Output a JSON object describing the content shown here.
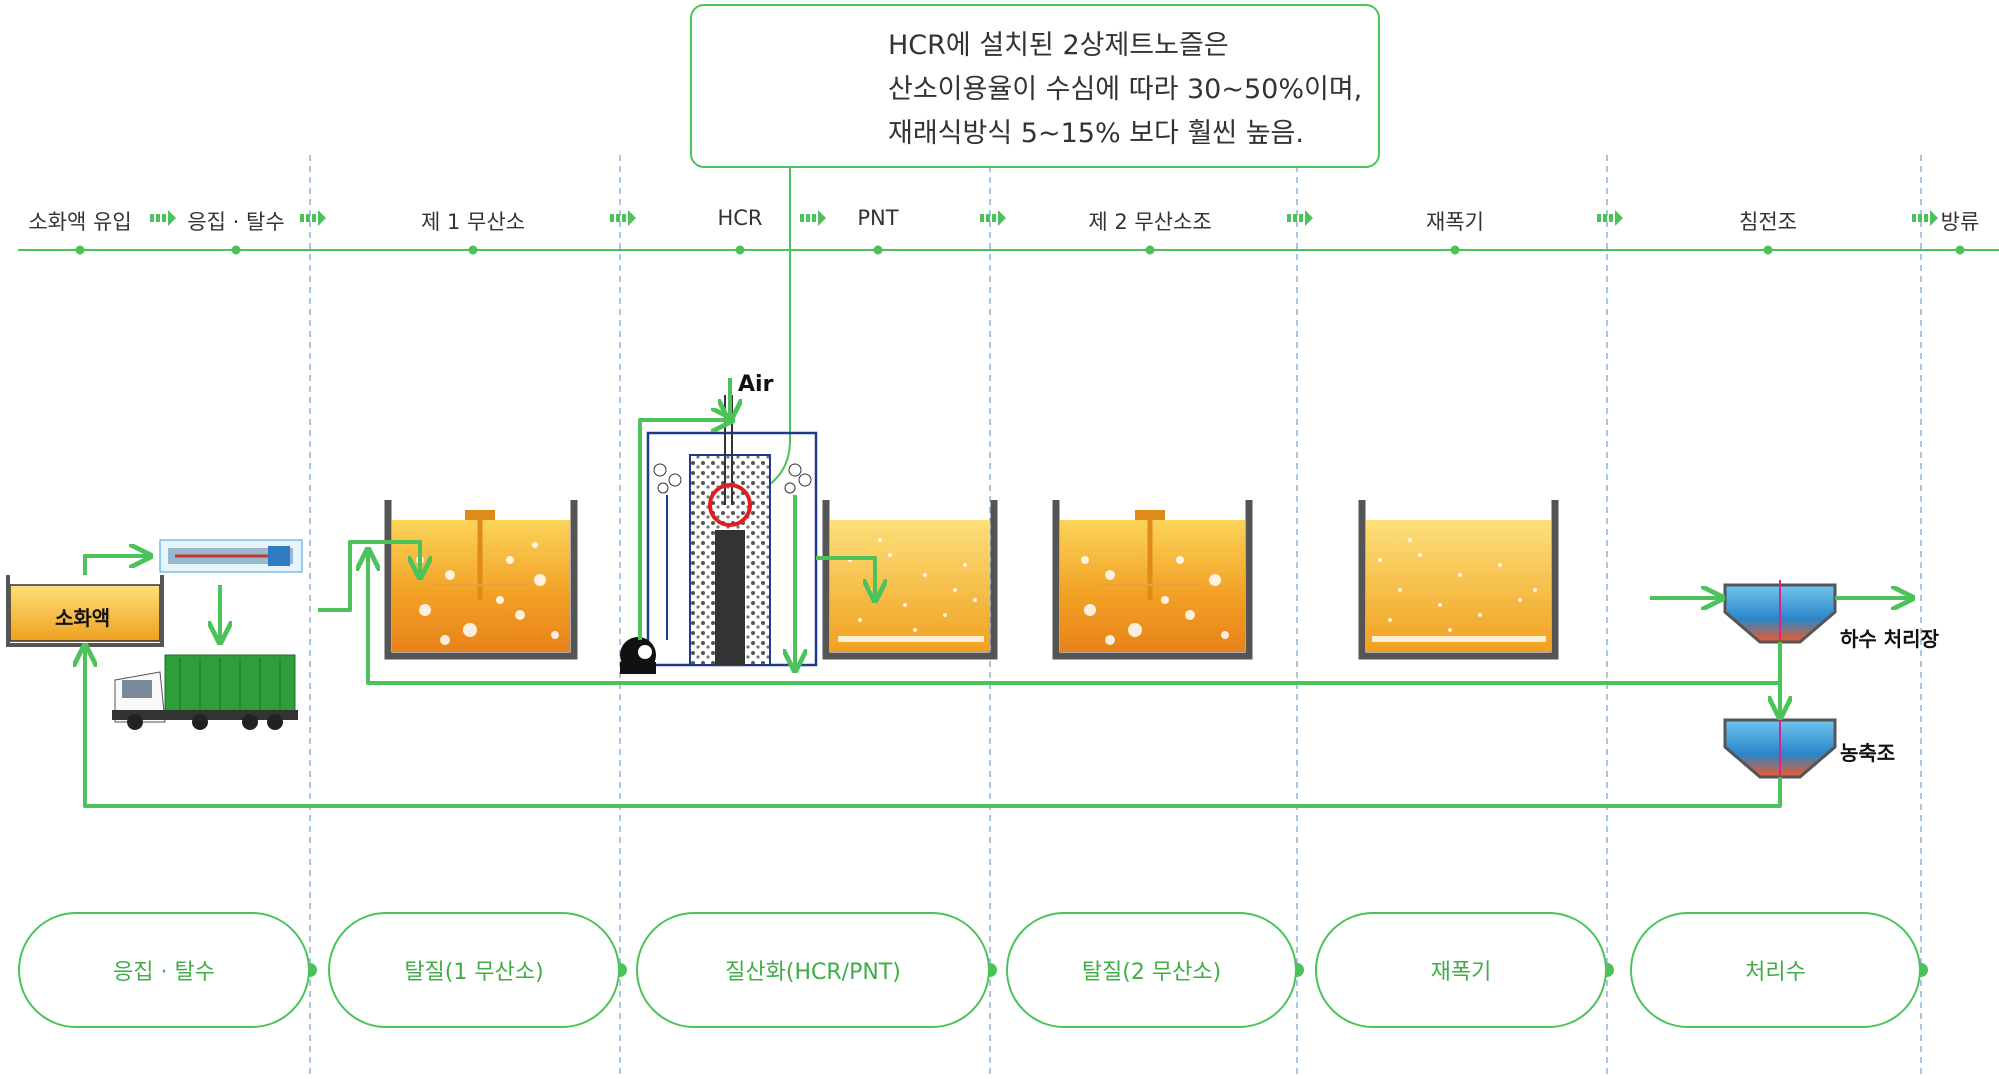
{
  "stages": [
    {
      "label": "소화액 유입"
    },
    {
      "label": "응집 · 탈수"
    },
    {
      "label": "제 1 무산소"
    },
    {
      "label": "HCR"
    },
    {
      "label": "PNT"
    },
    {
      "label": "제 2 무산소조"
    },
    {
      "label": "재폭기"
    },
    {
      "label": "침전조"
    },
    {
      "label": "방류"
    }
  ],
  "callout": {
    "line1": "HCR에 설치된 2상제트노즐은",
    "line2": "산소이용율이 수심에 따라 30~50%이며,",
    "line3": "재래식방식 5~15% 보다 훨씬 높음."
  },
  "labels": {
    "digestate_tank": "소화액",
    "air": "Air",
    "sewage_plant": "하수 처리장",
    "thickener": "농축조"
  },
  "pills": [
    {
      "label": "응집 · 탈수"
    },
    {
      "label": "탈질(1 무산소)"
    },
    {
      "label": "질산화(HCR/PNT)"
    },
    {
      "label": "탈질(2 무산소)"
    },
    {
      "label": "재폭기"
    },
    {
      "label": "처리수"
    }
  ],
  "colors": {
    "accent_green": "#4cc25a",
    "divider_blue": "#8fb3d9",
    "tank_orange": "#f0a020",
    "clarifier_blue": "#3a9fd8"
  }
}
